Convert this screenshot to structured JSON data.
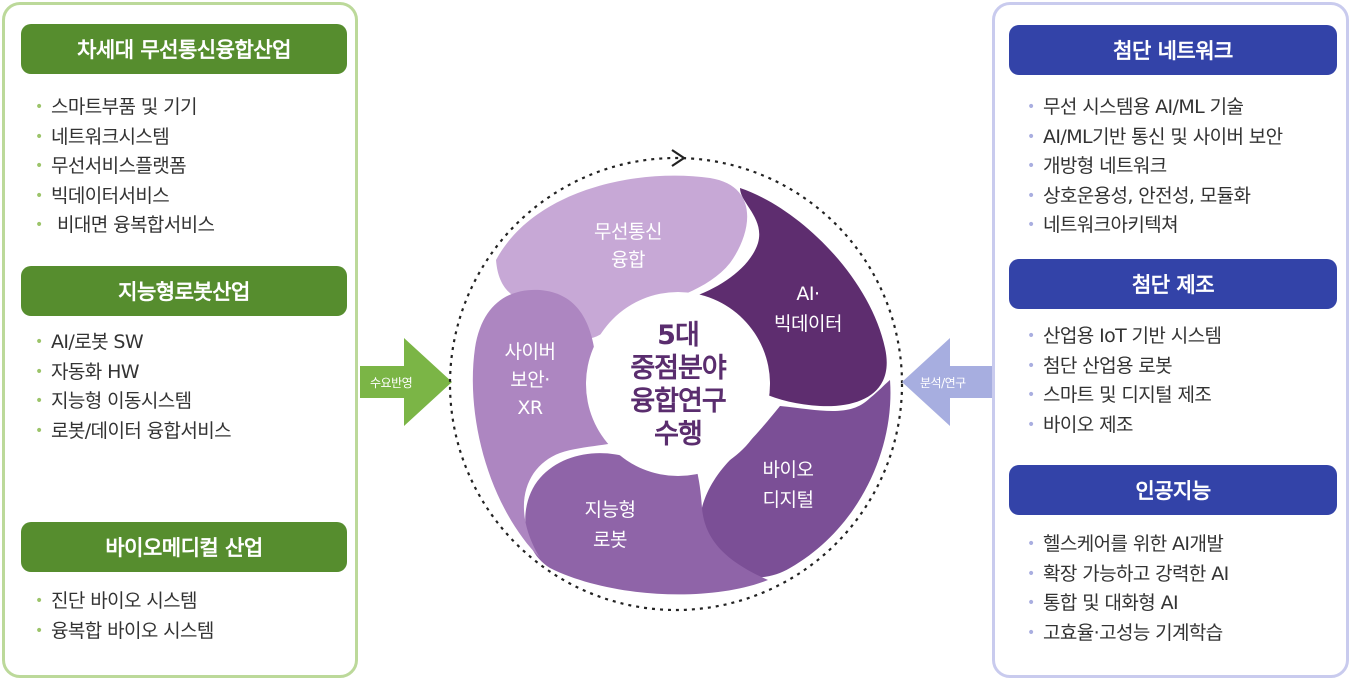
{
  "left_panel": {
    "sections": [
      {
        "title": "차세대 무선통신융합산업",
        "items": [
          "스마트부품 및 기기",
          "네트워크시스템",
          "무선서비스플랫폼",
          "빅데이터서비스",
          "비대면 융복합서비스"
        ]
      },
      {
        "title": "지능형로봇산업",
        "items": [
          "AI/로봇 SW",
          "자동화 HW",
          "지능형 이동시스템",
          "로봇/데이터 융합서비스"
        ]
      },
      {
        "title": "바이오메디컬 산업",
        "items": [
          "진단 바이오 시스템",
          "융복합 바이오 시스템"
        ]
      }
    ],
    "arrow_label": "수요반영",
    "accent": "#568d2e"
  },
  "right_panel": {
    "sections": [
      {
        "title": "첨단 네트워크",
        "items": [
          "무선 시스템용 AI/ML 기술",
          "AI/ML기반 통신 및 사이버 보안",
          "개방형 네트워크",
          "상호운용성, 안전성, 모듈화",
          "네트워크아키텍쳐"
        ]
      },
      {
        "title": "첨단 제조",
        "items": [
          "산업용 IoT 기반 시스템",
          "첨단 산업용 로봇",
          "스마트 및 디지털 제조",
          "바이오 제조"
        ]
      },
      {
        "title": "인공지능",
        "items": [
          "헬스케어를 위한 AI개발",
          "확장 가능하고 강력한 AI",
          "통합 및 대화형 AI",
          "고효율·고성능 기계학습"
        ]
      }
    ],
    "arrow_label": "분석/연구",
    "accent": "#3343a8"
  },
  "center": {
    "core": [
      "5대",
      "중점분야",
      "융합연구",
      "수행"
    ],
    "petals": [
      {
        "lines": [
          "무선통신",
          "융합"
        ],
        "color": "#c7a8d6"
      },
      {
        "lines": [
          "AI·",
          "빅데이터"
        ],
        "color": "#5e2d6f"
      },
      {
        "lines": [
          "바이오",
          "디지털"
        ],
        "color": "#7b4f96"
      },
      {
        "lines": [
          "지능형",
          "로봇"
        ],
        "color": "#8f64a8"
      },
      {
        "lines": [
          "사이버",
          "보안·",
          "XR"
        ],
        "color": "#ad86c1"
      }
    ]
  }
}
